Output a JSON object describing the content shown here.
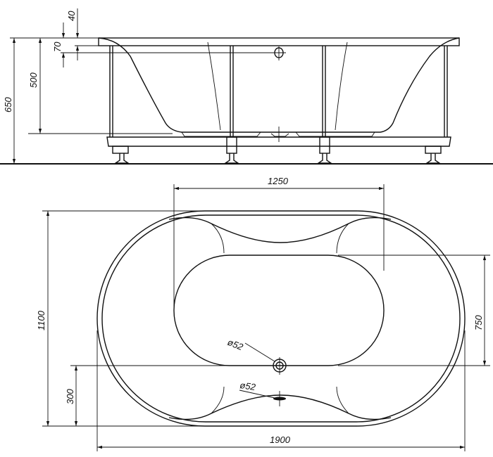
{
  "title": "Bathtub dimensional drawing",
  "side_view": {
    "dims": {
      "total_height": "650",
      "depth": "500",
      "overflow_offset": "70",
      "rim_thickness": "40"
    }
  },
  "top_view": {
    "dims": {
      "length": "1900",
      "width": "1100",
      "basin_length": "1250",
      "basin_width": "750",
      "drain_offset": "300"
    },
    "overflow_diameter": "ø52",
    "drain_diameter": "ø52"
  }
}
